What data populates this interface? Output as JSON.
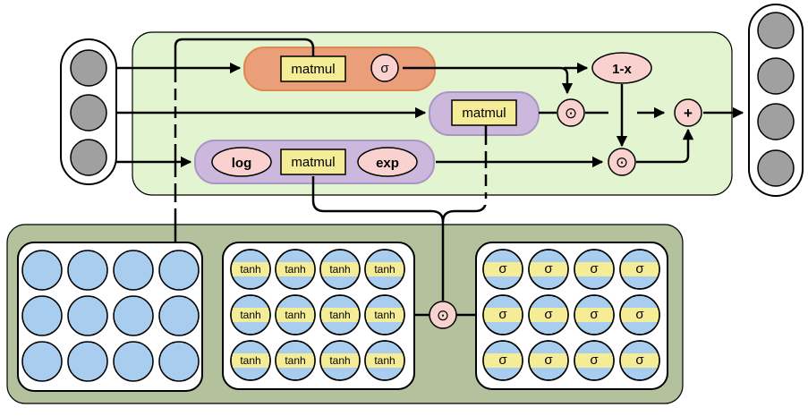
{
  "labels": {
    "matmul": "matmul",
    "sigma": "σ",
    "one_minus_x": "1-x",
    "plus": "+",
    "odot": "⊙",
    "log": "log",
    "exp": "exp",
    "tanh": "tanh"
  },
  "colors": {
    "top_panel": "#e3f5d0",
    "bottom_panel": "#b3c29c",
    "input_node": "#a0a0a0",
    "weight_node": "#a8cdee",
    "matmul_box": "#f5ec98",
    "op_node": "#f9d2d0",
    "orange_block": "#ea9f7a",
    "purple_block": "#ccb8dd"
  },
  "layout_grid": {
    "weight_rows": 3,
    "weight_cols": 4
  }
}
